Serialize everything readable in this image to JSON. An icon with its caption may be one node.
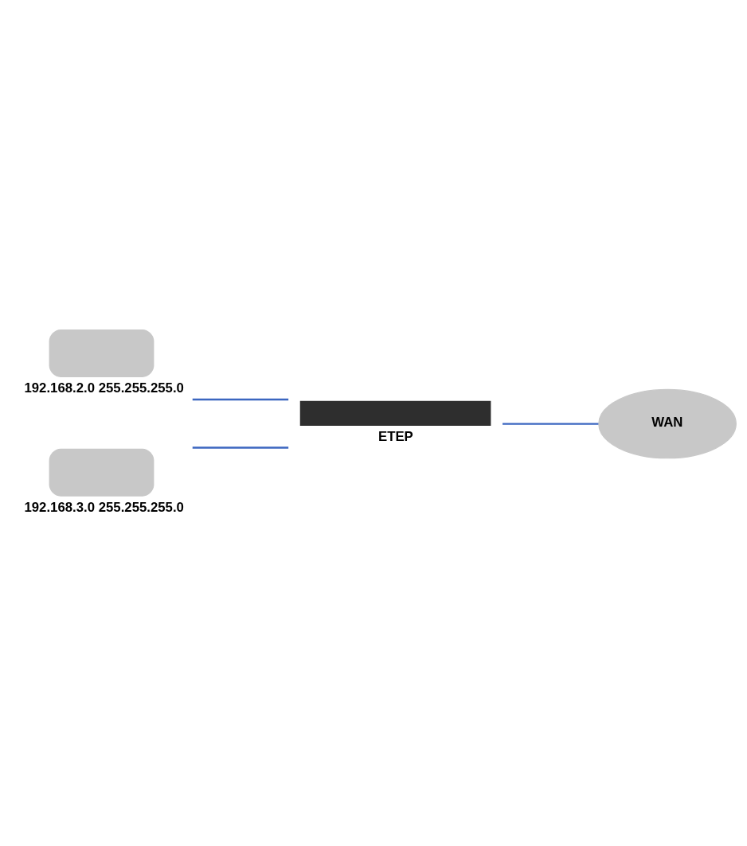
{
  "diagram": {
    "nodes": [
      {
        "text": [
          "192.168.2.0 255.255.255.0"
        ]
      },
      {
        "text": [
          "192.168.3.0 255.255.255.0"
        ]
      },
      {
        "text": [
          "ETEP"
        ]
      },
      {
        "text": [
          "WAN"
        ]
      }
    ],
    "edges": [
      {
        "from": 0,
        "to": 2,
        "arrow": "none"
      },
      {
        "from": 1,
        "to": 2,
        "arrow": "none"
      },
      {
        "from": 2,
        "to": 3,
        "arrow": "none"
      }
    ]
  }
}
